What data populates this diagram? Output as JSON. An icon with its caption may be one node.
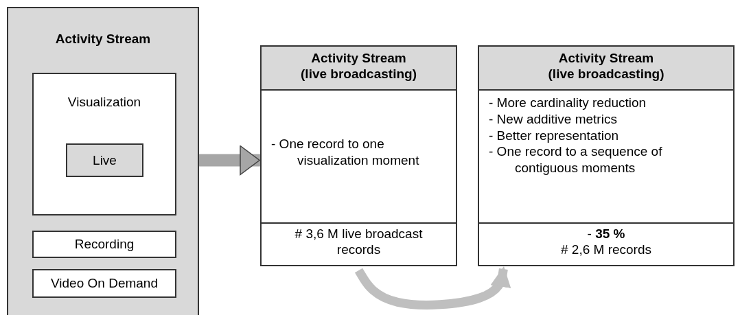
{
  "diagram": {
    "nodes": [
      {
        "text": [
          "Activity Stream"
        ]
      },
      {
        "text": [
          "Visualization"
        ],
        "in": 0
      },
      {
        "text": [
          "Live"
        ],
        "in": 1
      },
      {
        "text": [
          "Recording"
        ],
        "in": 0
      },
      {
        "text": [
          "Video On Demand"
        ],
        "in": 0
      },
      {
        "text": [
          "Activity Stream (live broadcasting)"
        ]
      },
      {
        "text": [
          "- One record to one visualization moment"
        ],
        "in": 5
      },
      {
        "text": [
          "# 3,6 M live broadcast records"
        ],
        "in": 5
      },
      {
        "text": [
          "Activity Stream (live broadcasting)"
        ]
      },
      {
        "text": [
          "- More cardinality reduction",
          "- New additive metrics",
          "- Better representation",
          "- One record to a sequence of contiguous moments"
        ],
        "in": 8
      },
      {
        "text": [
          "- **35 %**",
          "# 2,6 M records"
        ],
        "in": 8
      }
    ],
    "edges": [
      {
        "from": 2,
        "to": 5,
        "arrow": "to"
      },
      {
        "from": 5,
        "to": 8,
        "arrow": "to"
      }
    ]
  }
}
